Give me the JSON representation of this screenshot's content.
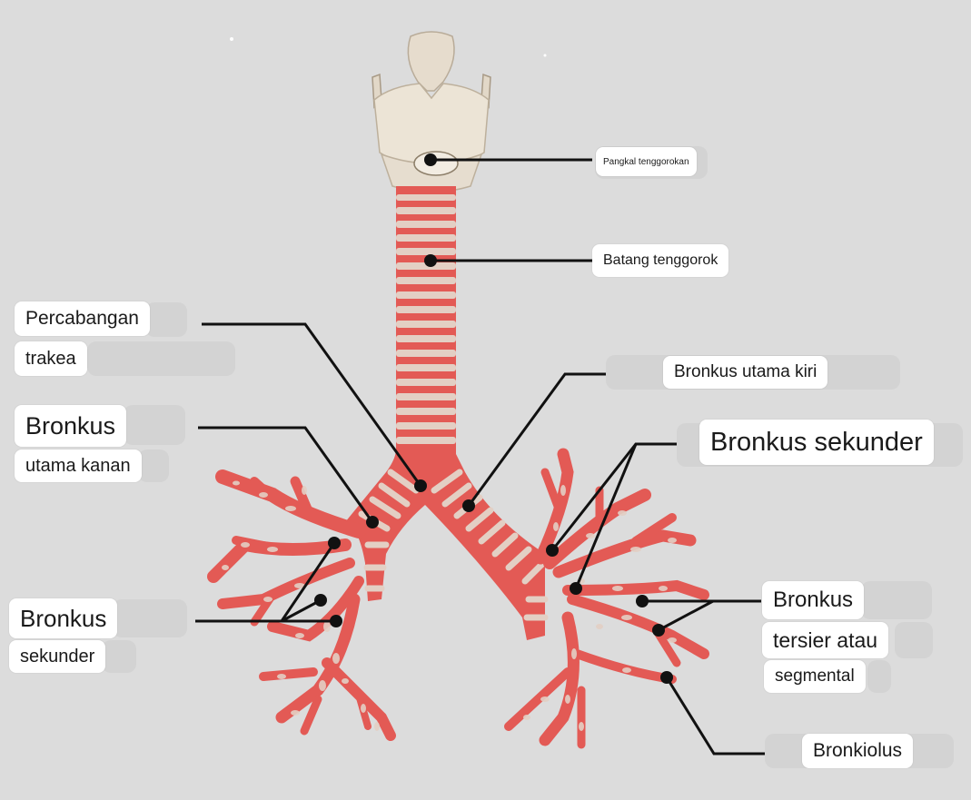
{
  "labels": {
    "larynx": "Pangkal tenggorokan",
    "trachea": "Batang tenggorok",
    "carina_1": "Percabangan",
    "carina_2": "trakea",
    "left_main": "Bronkus utama kiri",
    "right_main_1": "Bronkus",
    "right_main_2": "utama kanan",
    "sec_right": "Bronkus sekunder",
    "sec_left_1": "Bronkus",
    "sec_left_2": "sekunder",
    "tert_1": "Bronkus",
    "tert_2": "tersier atau",
    "tert_3": "segmental",
    "bronchiole": "Bronkiolus"
  },
  "colors": {
    "background": "#dcdcdc",
    "cartilage": "#e9e2d6",
    "tissue": "#e35a55",
    "ring": "#e3cfc4",
    "leader": "#111111"
  }
}
